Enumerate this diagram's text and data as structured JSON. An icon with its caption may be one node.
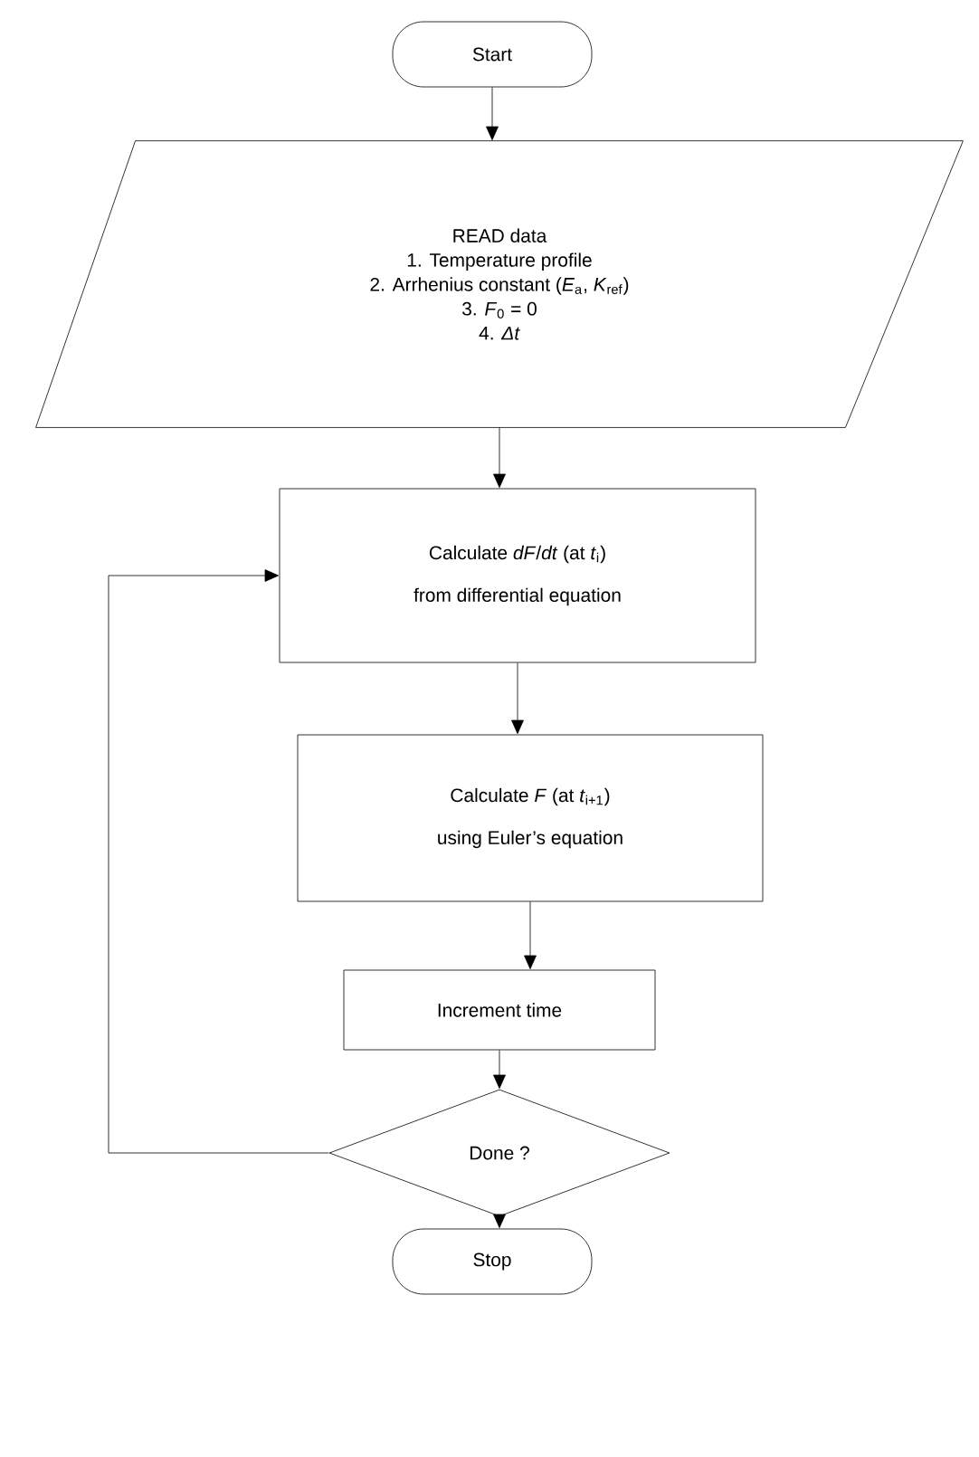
{
  "diagram": {
    "nodes": [
      {
        "text": [
          "Start"
        ]
      },
      {
        "text": [
          "READ data",
          "1. Temperature profile",
          "2. Arrhenius constant (*E*$_{a}$, *K*$_{ref}$)",
          "3. *F*$_{0}$ = 0",
          "4. *Δt*"
        ]
      },
      {
        "text": [
          "Calculate *dF*/*dt* (at *t*$_{i}$)",
          "from differential equation"
        ]
      },
      {
        "text": [
          "Calculate *F* (at *t*$_{i+1}$)",
          "using Euler’s equation"
        ]
      },
      {
        "text": [
          "Increment time"
        ]
      },
      {
        "text": [
          "Done ?"
        ]
      },
      {
        "text": [
          "Stop"
        ]
      }
    ],
    "edges": [
      {
        "from": 0,
        "to": 1,
        "arrow": "to"
      },
      {
        "from": 1,
        "to": 2,
        "arrow": "to"
      },
      {
        "from": 2,
        "to": 3,
        "arrow": "to"
      },
      {
        "from": 3,
        "to": 4,
        "arrow": "to"
      },
      {
        "from": 4,
        "to": 5,
        "arrow": "to"
      },
      {
        "from": 5,
        "to": 6,
        "arrow": "to"
      },
      {
        "from": 5,
        "to": 2,
        "arrow": "to"
      }
    ]
  }
}
